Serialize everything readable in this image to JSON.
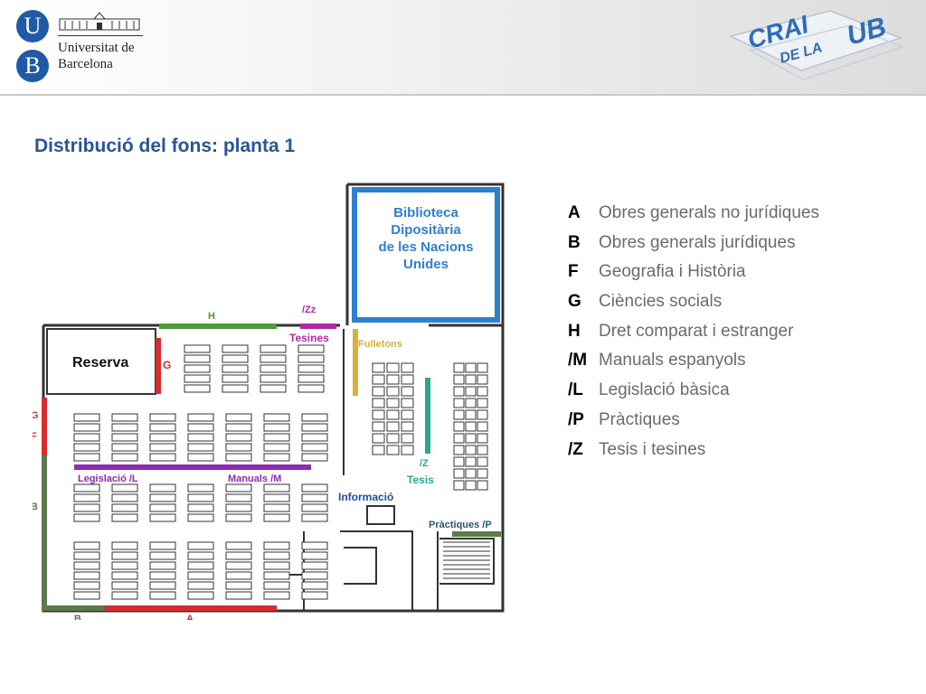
{
  "header": {
    "university_name": "Universitat de Barcelona",
    "logo_letters": [
      "U",
      "B"
    ],
    "crai_logo_words": [
      "CRAI",
      "DE LA",
      "UB"
    ]
  },
  "title": "Distribució del fons: planta 1",
  "legend": [
    {
      "code": "A",
      "desc": "Obres generals no jurídiques"
    },
    {
      "code": "B",
      "desc": "Obres generals jurídiques"
    },
    {
      "code": "F",
      "desc": "Geografia i Història"
    },
    {
      "code": "G",
      "desc": "Ciències socials"
    },
    {
      "code": "H",
      "desc": "Dret comparat i estranger"
    },
    {
      "code": "/M",
      "desc": "Manuals espanyols"
    },
    {
      "code": "/L",
      "desc": "Legislació bàsica"
    },
    {
      "code": "/P",
      "desc": "Pràctiques"
    },
    {
      "code": "/Z",
      "desc": "Tesis i tesines"
    }
  ],
  "floorplan": {
    "un_library": [
      "Biblioteca",
      "Dipositària",
      "de les Nacions",
      "Unides"
    ],
    "reserva": "Reserva",
    "fulletons": "Fulletons",
    "informacio": "Informació",
    "tesis": "Tesis",
    "tesis_code": "/Z",
    "tesines": "Tesines",
    "zz_code": "/Zz",
    "legislacio": "Legislació /L",
    "manuals": "Manuals /M",
    "practiques": "Pràctiques /P",
    "labels": {
      "H": "H",
      "G_reserva": "G",
      "G_wall": "G",
      "F": "F",
      "B_wall": "B",
      "B_bottom": "B",
      "A": "A"
    }
  },
  "colors": {
    "title": "#2a5596",
    "un_library": "#2f7fd0",
    "green": "#4f9a3a",
    "red": "#d92b2b",
    "olive": "#5c7a4a",
    "purple": "#8c2bb0",
    "magenta": "#b02aa0",
    "gold": "#d6b23a",
    "teal": "#2aa88c"
  }
}
